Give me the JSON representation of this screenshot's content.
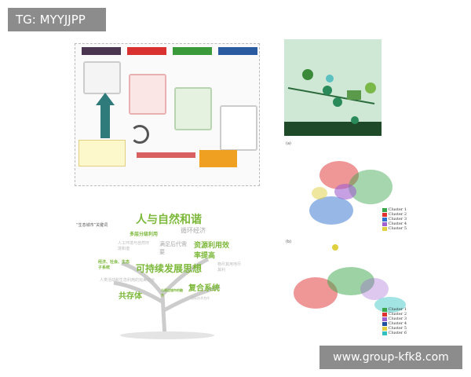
{
  "overlay": {
    "tg_label": "TG: MYYJJPP",
    "site_label": "www.group-kfk8.com"
  },
  "diagram": {
    "header_colors": [
      "#4a3550",
      "#d93030",
      "#3a9a3a",
      "#2a5aa0"
    ],
    "accent_orange": "#f0a020"
  },
  "tree": {
    "keyword_title": "“生态城市”关键词",
    "words": [
      "人与自然和谐",
      "循环经济",
      "多层分级利用",
      "人工环境与自然环境和谐",
      "满足后代需要",
      "资源利用效率提高",
      "经济、社会、生态子系统",
      "可持续发展思想",
      "物尽其用地尽其利",
      "人类活动和生态利用的完美结合",
      "复合系统",
      "共存体",
      "与周边城市的融合",
      "国际技术合作"
    ]
  },
  "network_a": {
    "panel_label": "(a)",
    "legend": [
      "Cluster 1",
      "Cluster 2",
      "Cluster 3",
      "Cluster 4",
      "Cluster 5"
    ],
    "colors": [
      "#3aa54a",
      "#e03030",
      "#3070d0",
      "#a060d0",
      "#e0d040"
    ]
  },
  "network_b": {
    "panel_label": "(b)",
    "legend": [
      "Cluster 1",
      "Cluster 2",
      "Cluster 3",
      "Cluster 4",
      "Cluster 5",
      "Cluster 6"
    ],
    "colors": [
      "#3aa54a",
      "#e03030",
      "#a060d0",
      "#2050a0",
      "#e0d040",
      "#30c0c0"
    ]
  }
}
